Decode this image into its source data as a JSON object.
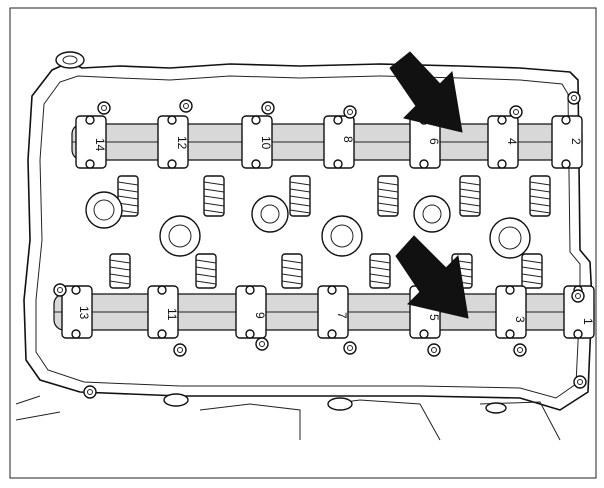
{
  "diagram": {
    "upper_cam_labels": [
      "14",
      "12",
      "10",
      "8",
      "6",
      "4",
      "2"
    ],
    "lower_cam_labels": [
      "13",
      "11",
      "9",
      "7",
      "5",
      "3",
      "1"
    ],
    "arrow_color": "#111111",
    "icons": [
      "arrow-icon",
      "arrow-icon"
    ]
  }
}
